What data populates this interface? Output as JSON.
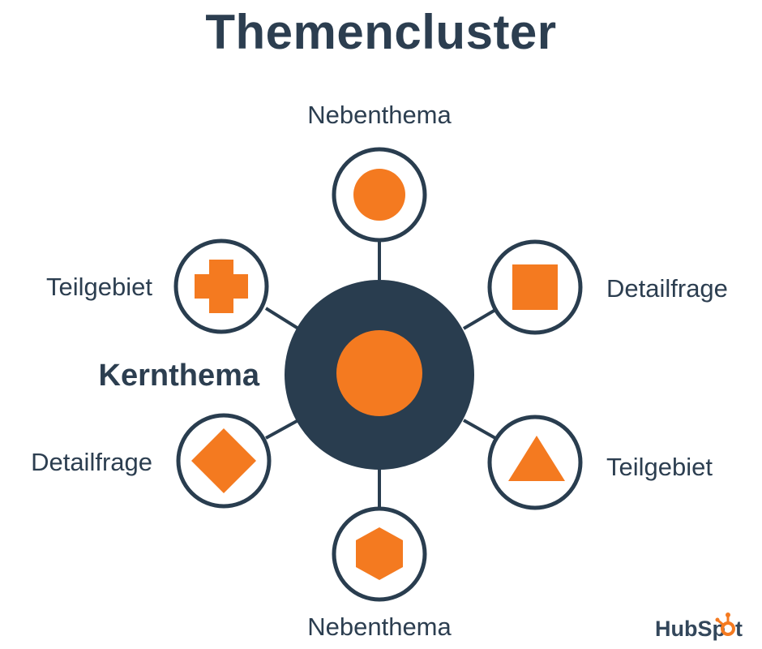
{
  "title": "Themencluster",
  "core": {
    "label": "Kernthema"
  },
  "nodes": {
    "top": {
      "label": "Nebenthema",
      "shape": "circle"
    },
    "upper_right": {
      "label": "Detailfrage",
      "shape": "square"
    },
    "lower_right": {
      "label": "Teilgebiet",
      "shape": "triangle"
    },
    "bottom": {
      "label": "Nebenthema",
      "shape": "hexagon"
    },
    "lower_left": {
      "label": "Detailfrage",
      "shape": "diamond"
    },
    "upper_left": {
      "label": "Teilgebiet",
      "shape": "plus"
    }
  },
  "logo": {
    "text_before": "HubSp",
    "text_after": "t"
  },
  "colors": {
    "navy": "#293d4f",
    "orange": "#f47a20",
    "text": "#2c3e50"
  }
}
